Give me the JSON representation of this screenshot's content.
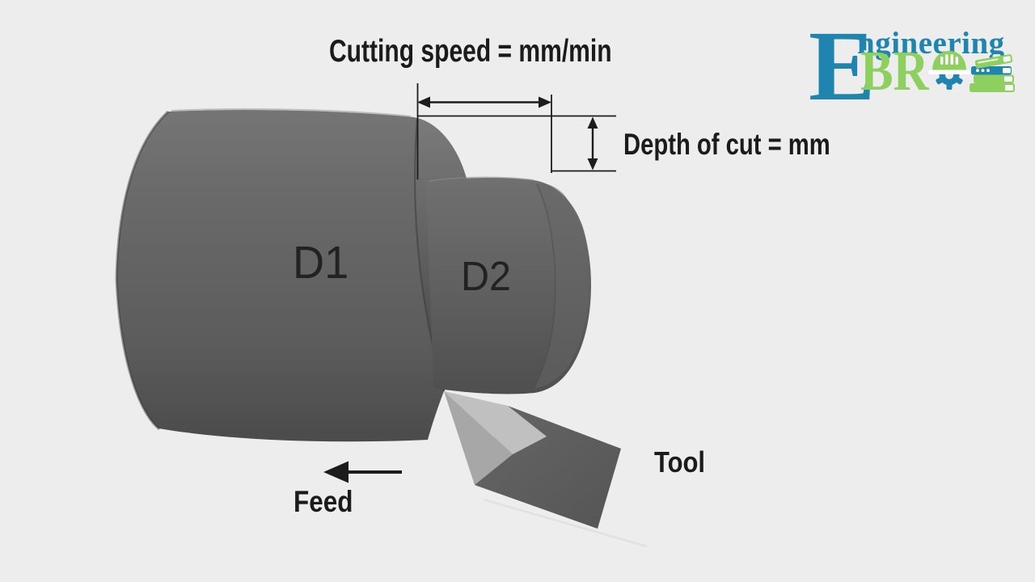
{
  "theme": {
    "bg": "#ededed",
    "ink": "#1b1b1b",
    "logo_blue": "#1f85af",
    "logo_green": "#8ed05f",
    "metal_gray": "#646464",
    "metal_gray_dark": "#4c4c4c",
    "tool_face_light": "#c0c0c0",
    "tool_face_medium": "#a7a7a7",
    "tool_shank": "#5e5e5e"
  },
  "diagram": {
    "title_none": "",
    "cutting_speed_label": "Cutting speed = mm/min",
    "depth_of_cut_label": "Depth of cut = mm",
    "d1_label": "D1",
    "d2_label": "D2",
    "tool_label": "Tool",
    "feed_label": "Feed"
  },
  "logo": {
    "initial": "E",
    "word_top": "ngineering",
    "word_bottom": "BR",
    "icon_1": "hardhat-gear-icon",
    "icon_2": "book-stack-icon"
  }
}
